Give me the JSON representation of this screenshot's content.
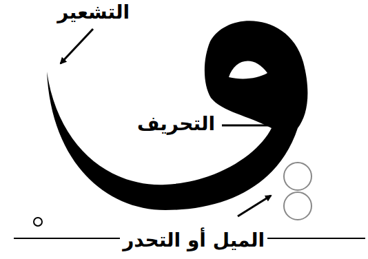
{
  "diagram": {
    "labels": [
      "التشعير",
      "التحريف",
      "الميل أو التحدر"
    ]
  }
}
